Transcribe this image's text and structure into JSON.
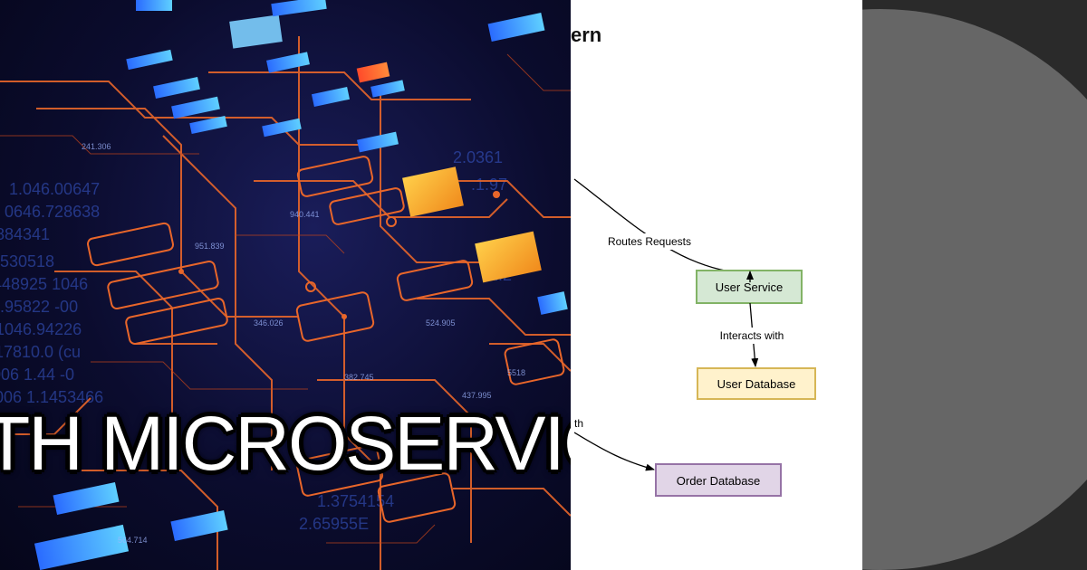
{
  "hero": {
    "headline": "TH MICROSERVIC"
  },
  "diagram": {
    "title_fragment": "ern",
    "nodes": [
      {
        "id": "user_service",
        "label": "User Service",
        "fill": "#d5e8d4",
        "stroke": "#82b366"
      },
      {
        "id": "user_database",
        "label": "User Database",
        "fill": "#fff2cc",
        "stroke": "#d6b656"
      },
      {
        "id": "order_database",
        "label": "Order Database",
        "fill": "#e1d5e7",
        "stroke": "#9673a6"
      }
    ],
    "edges": [
      {
        "id": "routes",
        "label": "Routes Requests"
      },
      {
        "id": "interacts",
        "label": "Interacts with"
      },
      {
        "id": "order_link",
        "label": "th"
      }
    ]
  },
  "colors": {
    "panel_bg": "#ffffff",
    "right_bg": "#2a2a2a",
    "circle": "#666666",
    "circuit_orange": "#e8662a",
    "circuit_amber": "#f5a623",
    "circuit_blue": "#3b8bff",
    "circuit_cyan": "#4fd2ff"
  }
}
